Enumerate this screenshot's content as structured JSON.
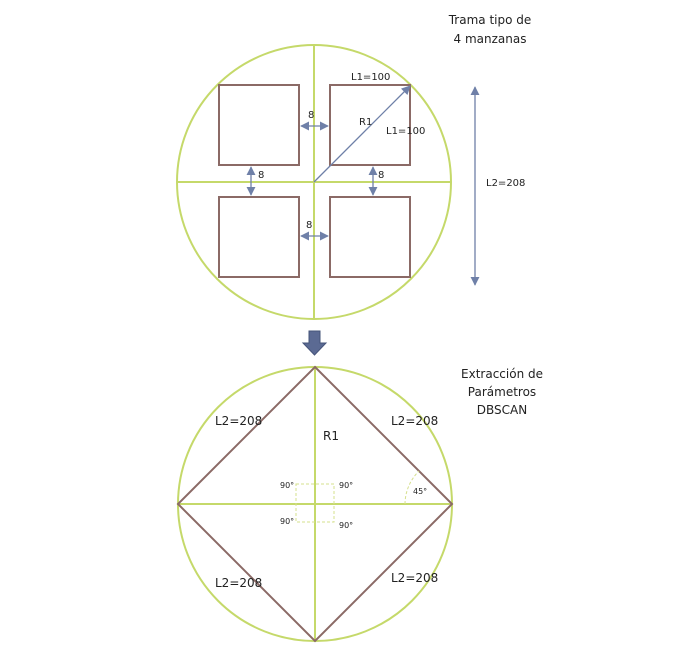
{
  "top_title": [
    "Trama tipo de",
    "4 manzanas"
  ],
  "bottom_title": [
    "Extracción de",
    "Parámetros",
    "DBSCAN"
  ],
  "top": {
    "gap_top": "8",
    "gap_left": "8",
    "gap_right": "8",
    "gap_bottom": "8",
    "r1": "R1",
    "l1_top": "L1=100",
    "l1_diag": "L1=100",
    "l2_side": "L2=208"
  },
  "bottom": {
    "r1": "R1",
    "l2_tl": "L2=208",
    "l2_tr": "L2=208",
    "l2_bl": "L2=208",
    "l2_br": "L2=208",
    "angle_tl": "90°",
    "angle_tr": "90°",
    "angle_bl": "90°",
    "angle_br": "90°",
    "angle_45": "45°"
  },
  "colors": {
    "circle": "#c5d96a",
    "square": "#8b6a66",
    "arrow": "#6f80a8",
    "down_arrow": "#5b6a93"
  }
}
